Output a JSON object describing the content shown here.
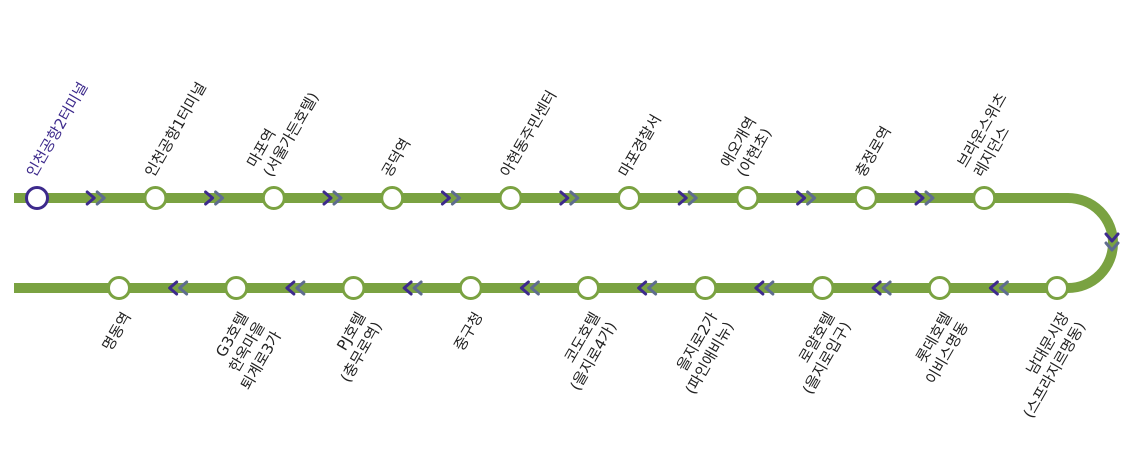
{
  "colors": {
    "line": "#7aa241",
    "station_fill": "#ffffff",
    "first_station": "#3d2a8c",
    "arrow_purple": "#3d2a8c",
    "arrow_slate": "#5f6c8f",
    "label": "#222222"
  },
  "arrow_icon": "double-chevron",
  "top_stations": [
    {
      "lines": [
        "인천공항2터미널"
      ],
      "is_start": true
    },
    {
      "lines": [
        "인천공항1터미널"
      ]
    },
    {
      "lines": [
        "마포역",
        "(서울가든호텔)"
      ]
    },
    {
      "lines": [
        "공덕역"
      ]
    },
    {
      "lines": [
        "아현동주민센터"
      ]
    },
    {
      "lines": [
        "마포경찰서"
      ]
    },
    {
      "lines": [
        "애오개역",
        "(아현초)"
      ]
    },
    {
      "lines": [
        "충정로역"
      ]
    },
    {
      "lines": [
        "브라운스위츠",
        "레지던스"
      ]
    }
  ],
  "bottom_stations": [
    {
      "lines": [
        "명동역"
      ]
    },
    {
      "lines": [
        "G3호텔",
        "한옥마을",
        "퇴계로3가"
      ]
    },
    {
      "lines": [
        "PJ호텔",
        "(충무로역)"
      ]
    },
    {
      "lines": [
        "중구청"
      ]
    },
    {
      "lines": [
        "코도호텔",
        "(을지로4가)"
      ]
    },
    {
      "lines": [
        "을지로2가",
        "(파인애비뉴)"
      ]
    },
    {
      "lines": [
        "로얄호텔",
        "(을지로입구)"
      ]
    },
    {
      "lines": [
        "롯데호텔",
        "이비스명동"
      ]
    },
    {
      "lines": [
        "남대문시장",
        "(스프라지르명동)"
      ]
    }
  ]
}
